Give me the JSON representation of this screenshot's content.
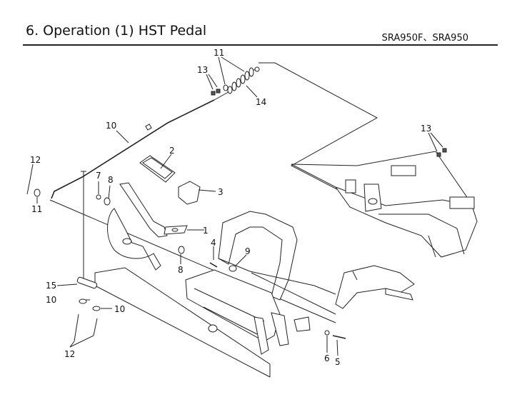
{
  "header": {
    "title": "6. Operation (1) HST Pedal",
    "models": "SRA950F、SRA950"
  },
  "callouts": {
    "c1": "1",
    "c2": "2",
    "c3": "3",
    "c4": "4",
    "c5": "5",
    "c6": "6",
    "c7": "7",
    "c8_upper": "8",
    "c8_lower": "8",
    "c9": "9",
    "c10_rod": "10",
    "c10_left": "10",
    "c10_right": "10",
    "c11_top": "11",
    "c11_left": "11",
    "c12_top": "12",
    "c12_bottom": "12",
    "c13_top": "13",
    "c13_right": "13",
    "c14": "14",
    "c15": "15"
  }
}
